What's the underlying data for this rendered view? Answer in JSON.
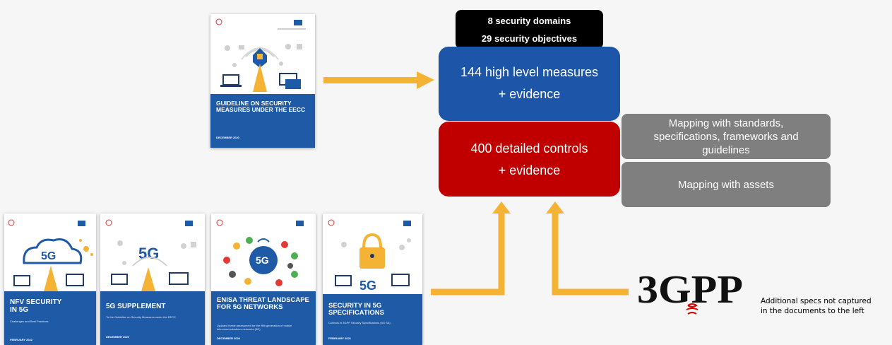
{
  "documents": {
    "main": {
      "title": "GUIDELINE ON SECURITY MEASURES UNDER THE EECC",
      "date": "DECEMBER 2020"
    },
    "items": [
      {
        "title": "NFV SECURITY IN 5G",
        "subtitle": "Challenges and Best Practices",
        "date": "FEBRUARY 2022"
      },
      {
        "title": "5G SUPPLEMENT",
        "subtitle": "To the Guideline on Security Measures under the EECC",
        "date": "DECEMBER 2020"
      },
      {
        "title": "ENISA THREAT LANDSCAPE FOR 5G NETWORKS",
        "subtitle": "Updated threat assessment for the fifth generation of mobile telecommunications networks (5G)",
        "date": "DECEMBER 2020"
      },
      {
        "title": "SECURITY IN 5G SPECIFICATIONS",
        "subtitle": "Controls in 3GPP Security Specifications (5G SA)",
        "date": "FEBRUARY 2021"
      }
    ]
  },
  "boxes": {
    "domains": "8 security domains",
    "objectives": "29 security objectives",
    "measures": "144 high level measures",
    "measures_evidence": "+ evidence",
    "controls": "400 detailed controls",
    "controls_evidence": "+ evidence",
    "mapping_standards": "Mapping with standards, specifications, frameworks and guidelines",
    "mapping_assets": "Mapping with assets"
  },
  "badge_5g": "5G",
  "logo_3gpp": "3GPP",
  "note": {
    "line1": "Additional specs not captured",
    "line2": "in the documents to the left"
  },
  "colors": {
    "arrow": "#f5b335",
    "blue": "#1d56a8",
    "red": "#c00000",
    "grey": "#7f7f7f",
    "cover_band": "#1f5aa6"
  }
}
